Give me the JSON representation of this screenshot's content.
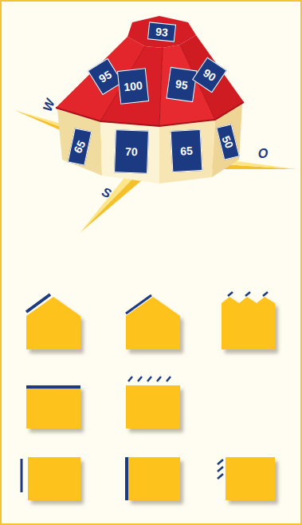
{
  "diagram": {
    "nodes": [
      {
        "text": [
          "93"
        ]
      },
      {
        "text": [
          "95"
        ]
      },
      {
        "text": [
          "100"
        ]
      },
      {
        "text": [
          "95"
        ]
      },
      {
        "text": [
          "90"
        ]
      },
      {
        "text": [
          "65"
        ]
      },
      {
        "text": [
          "70"
        ]
      },
      {
        "text": [
          "65"
        ]
      },
      {
        "text": [
          "50"
        ]
      }
    ],
    "labels": [
      "W",
      "S",
      "O"
    ]
  }
}
